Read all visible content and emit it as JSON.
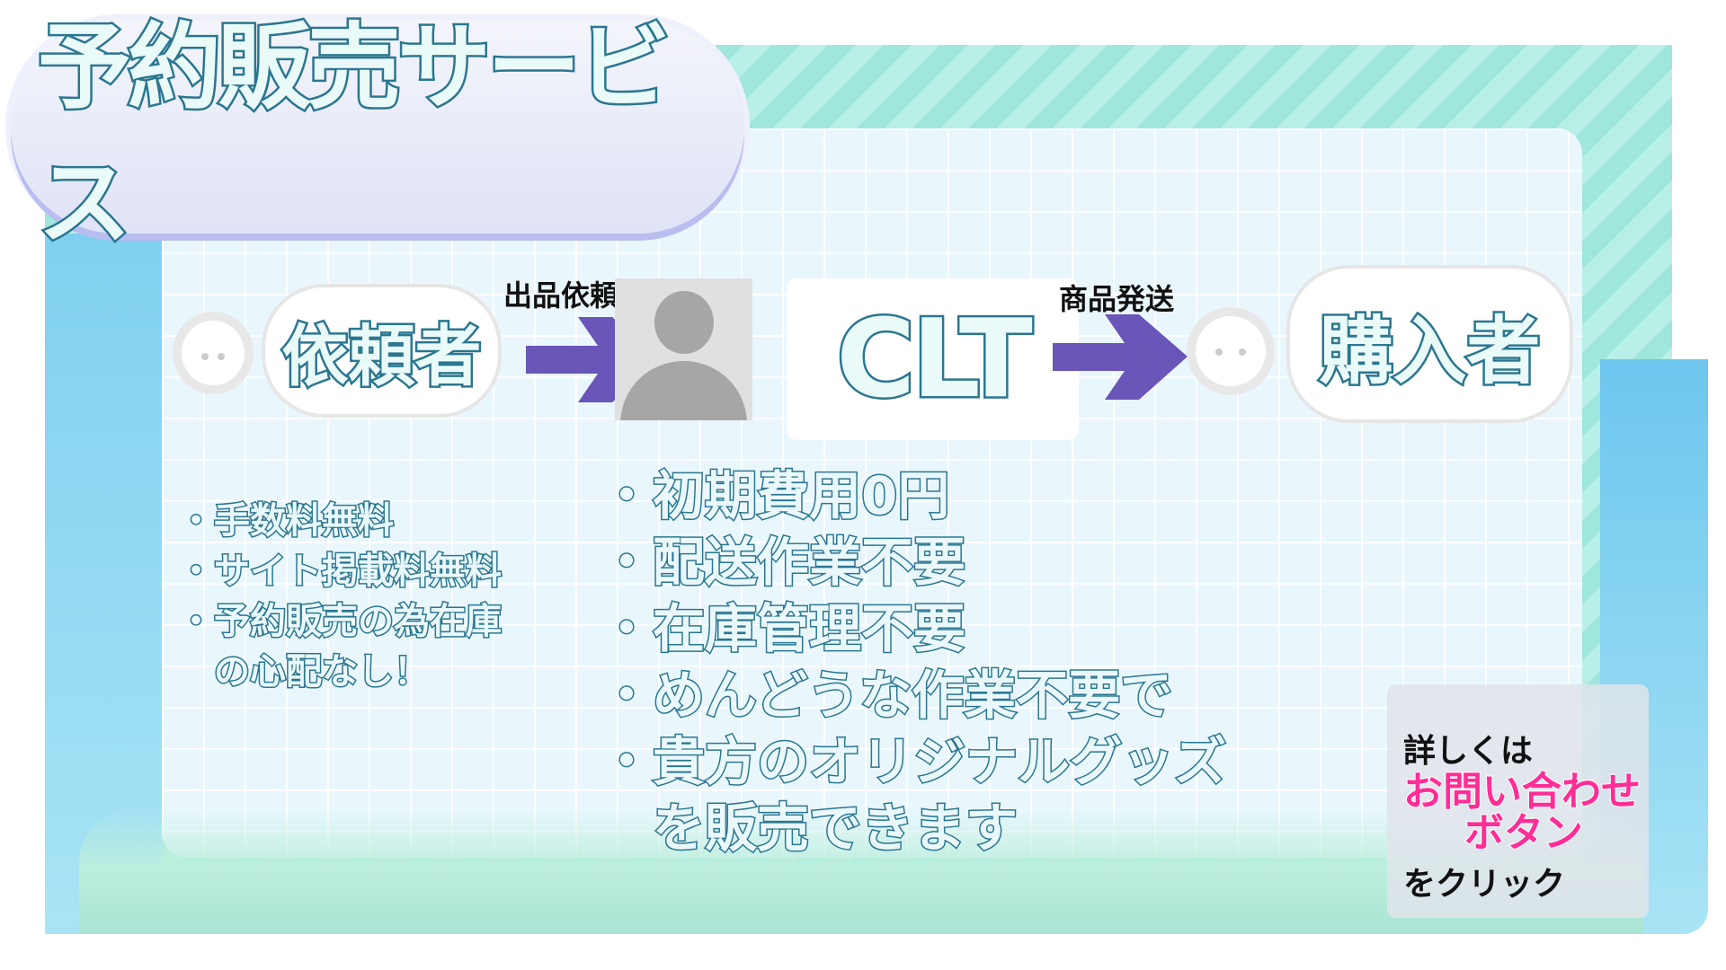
{
  "title": "予約販売サービス",
  "flow": {
    "requester": "依頼者",
    "step1_label": "出品依頼",
    "company": "CLT",
    "step2_label": "商品発送",
    "buyer": "購入者",
    "arrow_color": "#6a55b8"
  },
  "requester_benefits": [
    "・手数料無料",
    "・サイト掲載料無料",
    "・予約販売の為在庫",
    "　の心配なし！"
  ],
  "service_benefits": [
    "・初期費用0円",
    "・配送作業不要",
    "・在庫管理不要",
    "・めんどうな作業不要で",
    "・貴方のオリジナルグッズ",
    "　を販売できます"
  ],
  "cta": {
    "line1": "詳しくは",
    "line2": "お問い合わせ",
    "line3": "ボタン",
    "line4": "をクリック",
    "accent": "#ff2d96"
  }
}
